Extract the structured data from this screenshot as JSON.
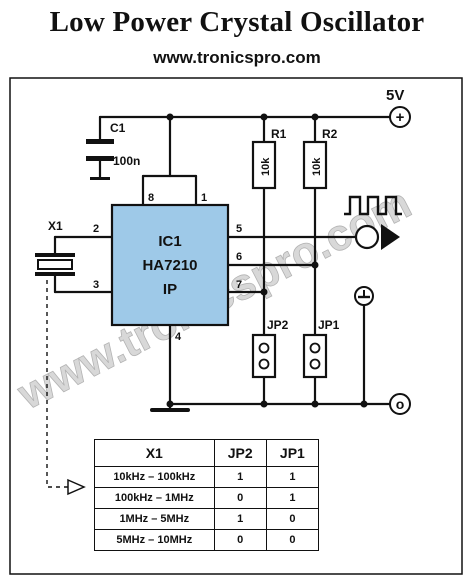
{
  "header": {
    "title": "Low Power Crystal Oscillator",
    "subtitle": "www.tronicspro.com"
  },
  "watermark": "www.tronicspro.com",
  "colors": {
    "ink": "#111111",
    "ic_fill": "#9ec9e8",
    "watermark": "#c8c8c8"
  },
  "supply": {
    "label": "5V",
    "terminal": "+",
    "ground_terminal": "o",
    "ground_symbol": "⏚"
  },
  "capacitor": {
    "name": "C1",
    "value": "100n"
  },
  "crystal": {
    "name": "X1"
  },
  "resistors": [
    {
      "name": "R1",
      "value": "10k"
    },
    {
      "name": "R2",
      "value": "10k"
    }
  ],
  "jumpers": [
    {
      "name": "JP2"
    },
    {
      "name": "JP1"
    }
  ],
  "ic": {
    "line1": "IC1",
    "line2": "HA7210",
    "line3": "IP",
    "pins": {
      "p1": "1",
      "p2": "2",
      "p3": "3",
      "p4": "4",
      "p5": "5",
      "p6": "6",
      "p7": "7",
      "p8": "8"
    }
  },
  "table": {
    "headers": [
      "X1",
      "JP2",
      "JP1"
    ],
    "rows": [
      [
        "10kHz – 100kHz",
        "1",
        "1"
      ],
      [
        "100kHz – 1MHz",
        "0",
        "1"
      ],
      [
        "1MHz – 5MHz",
        "1",
        "0"
      ],
      [
        "5MHz – 10MHz",
        "0",
        "0"
      ]
    ]
  }
}
